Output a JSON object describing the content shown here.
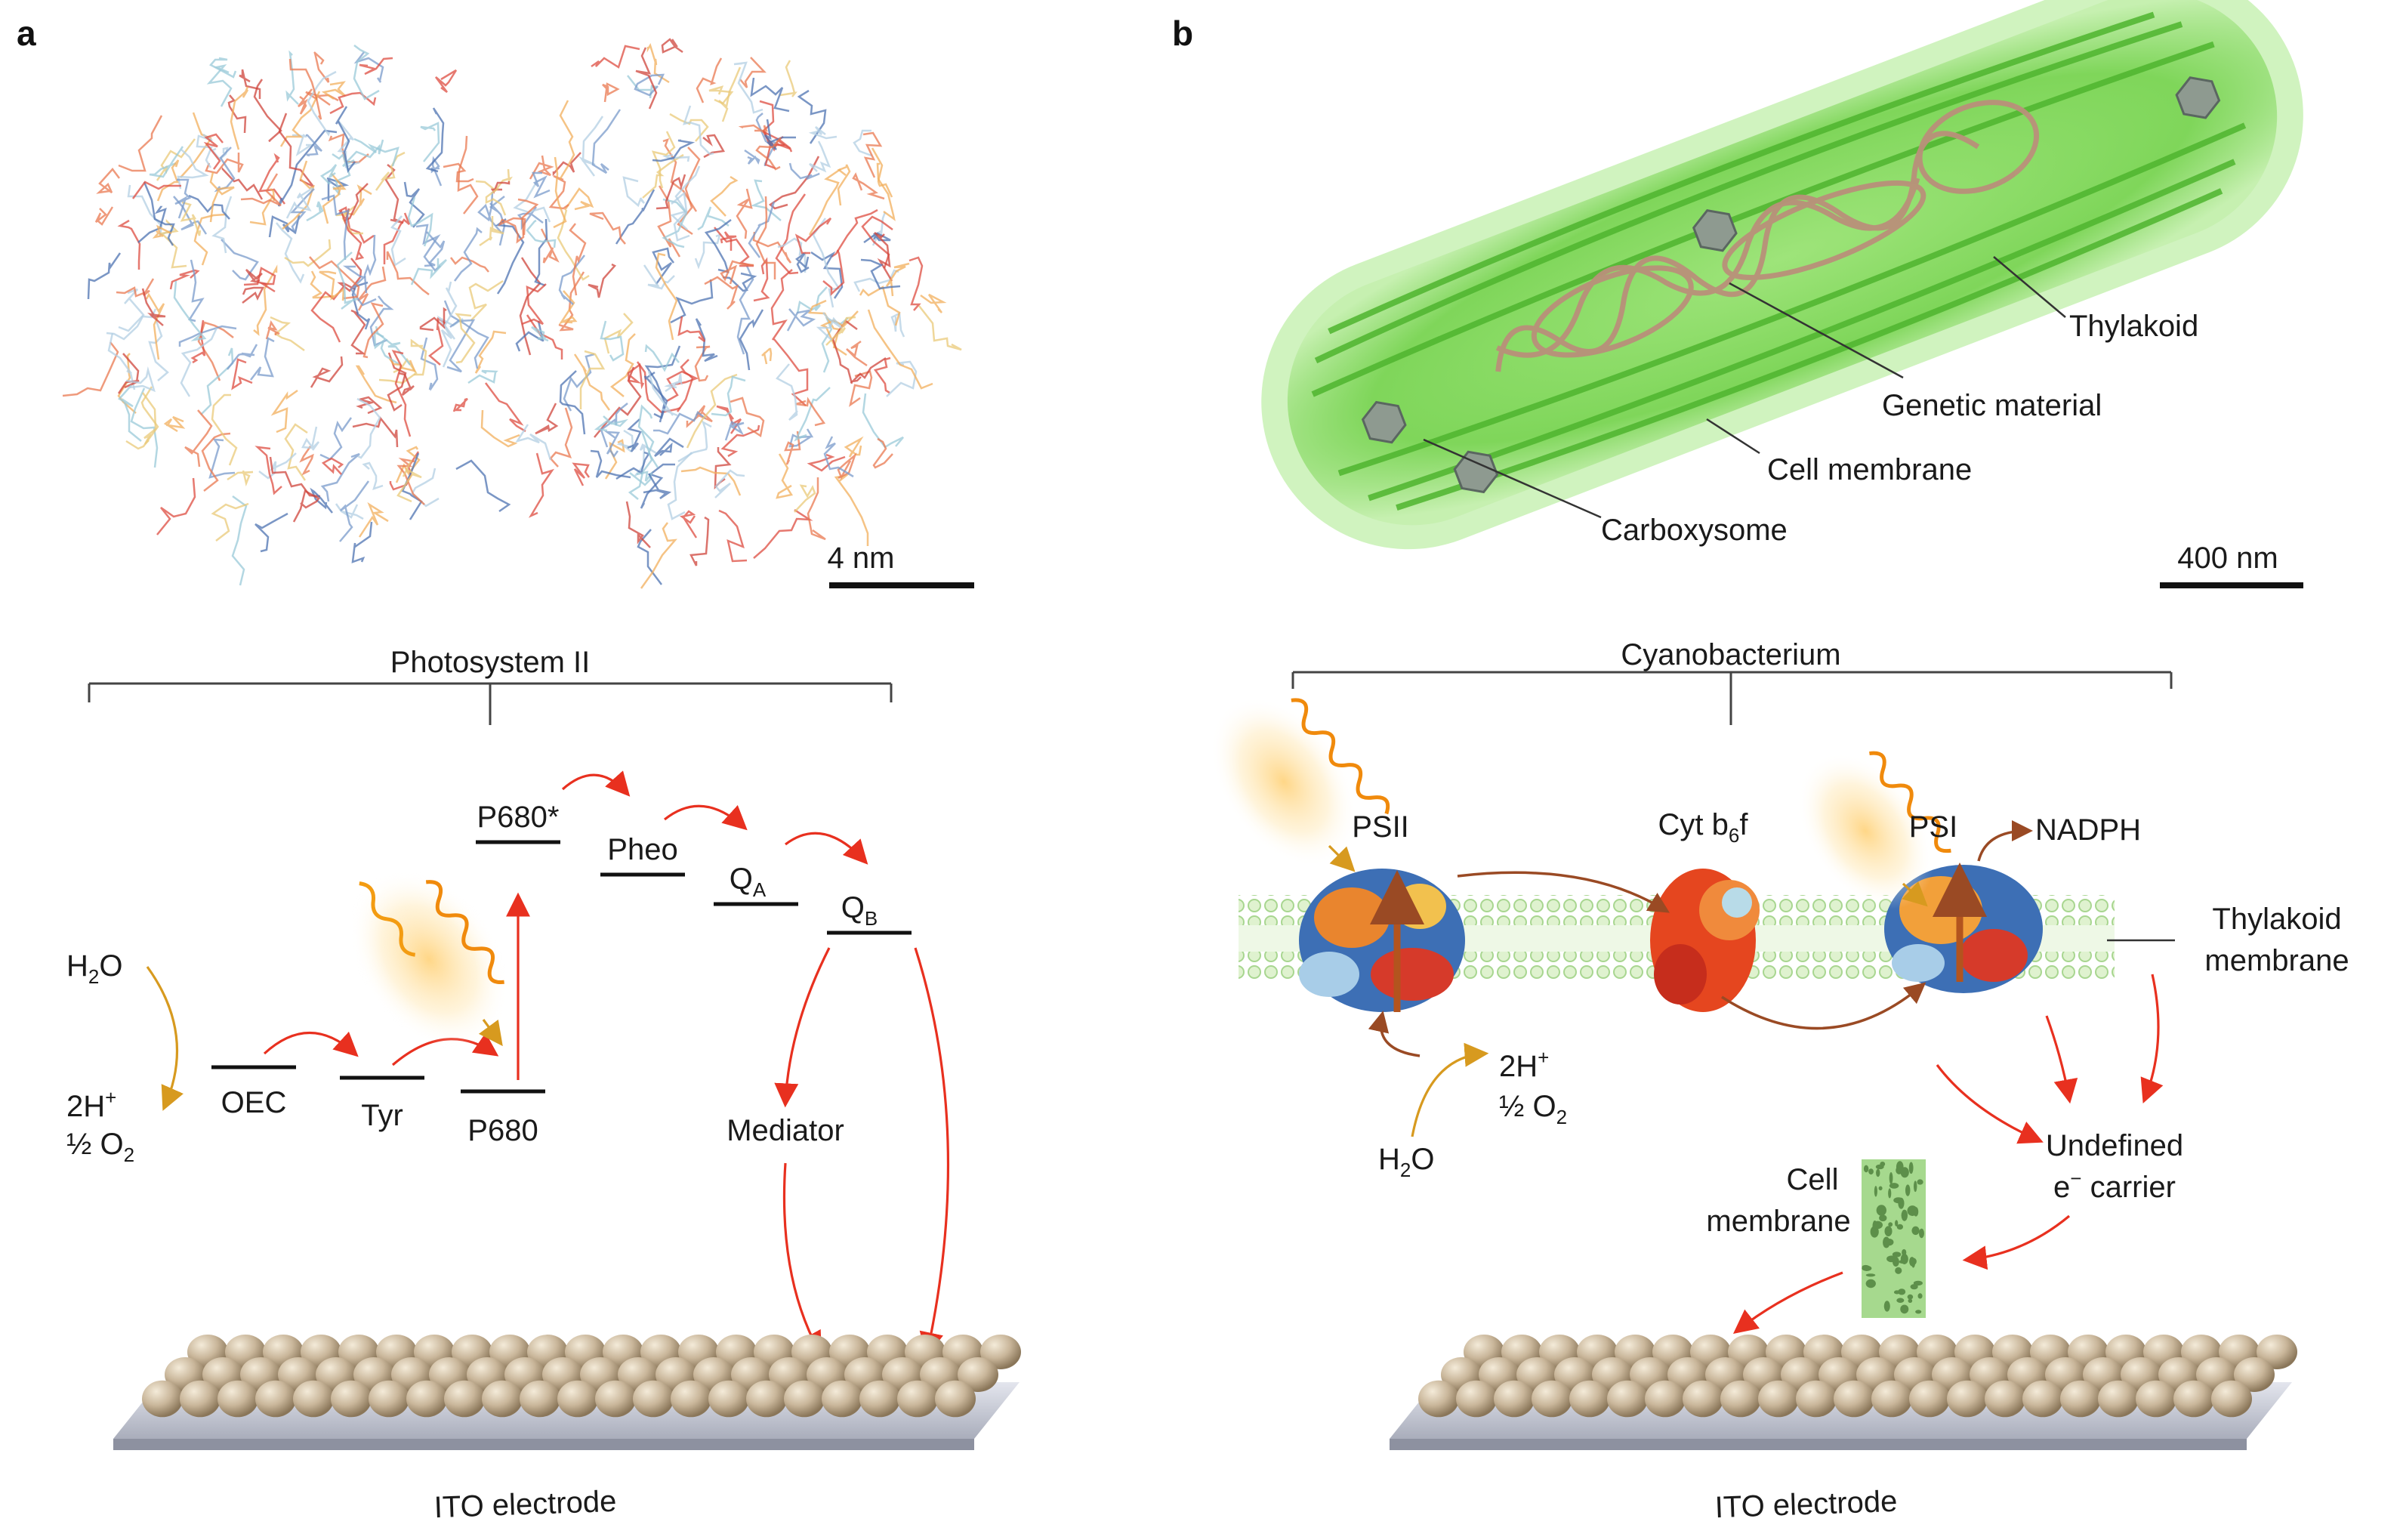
{
  "panel_a": {
    "letter": "a",
    "scale_label": "4 nm",
    "bracket_label": "Photosystem II",
    "levels": {
      "p680_star": "P680*",
      "pheo": "Pheo",
      "qa_main": "Q",
      "qa_sub": "A",
      "qb_main": "Q",
      "qb_sub": "B",
      "oec": "OEC",
      "tyr": "Tyr",
      "p680": "P680",
      "mediator": "Mediator"
    },
    "water": {
      "h2o_main": "H",
      "h2o_sub": "2",
      "h2o_end": "O",
      "protons": "2H",
      "protons_sup": "+",
      "oxygen": "½ O",
      "oxygen_sub": "2"
    },
    "electrode_label": "ITO electrode"
  },
  "panel_b": {
    "letter": "b",
    "scale_label": "400 nm",
    "cell_labels": {
      "thylakoid": "Thylakoid",
      "genetic": "Genetic material",
      "membrane": "Cell membrane",
      "carboxysome": "Carboxysome"
    },
    "bracket_label": "Cyanobacterium",
    "complexes": {
      "psii": "PSII",
      "cyt_main": "Cyt b",
      "cyt_sub": "6",
      "cyt_end": "f",
      "psi": "PSI",
      "nadph": "NADPH"
    },
    "thylakoid_membrane_1": "Thylakoid",
    "thylakoid_membrane_2": "membrane",
    "water": {
      "protons": "2H",
      "protons_sup": "+",
      "oxygen": "½ O",
      "oxygen_sub": "2",
      "h2o_main": "H",
      "h2o_sub": "2",
      "h2o_end": "O"
    },
    "carrier_1": "Undefined",
    "carrier_2_main": "e",
    "carrier_2_sup": "−",
    "carrier_2_end": " carrier",
    "cell_membrane_1": "Cell",
    "cell_membrane_2": "membrane",
    "electrode_label": "ITO electrode"
  },
  "colors": {
    "arrow_red": "#e8301f",
    "arrow_orange": "#d79a1f",
    "cell_green": "#7fd65a",
    "electrode_bead": "#c9b69a"
  }
}
